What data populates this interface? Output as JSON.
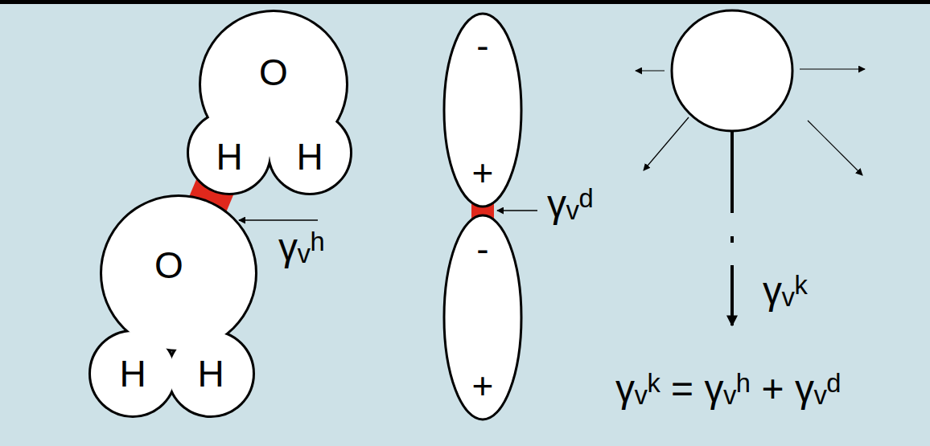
{
  "diagram": {
    "nodes": [
      {
        "text": [
          "O",
          "H",
          "H"
        ]
      },
      {
        "text": [
          "O",
          "H",
          "H"
        ]
      },
      {
        "text": [
          "-",
          "+"
        ]
      },
      {
        "text": [
          "-",
          "+"
        ]
      }
    ],
    "labels": [
      "γᵥʰ",
      "γᵥᵈ",
      "γᵥᵏ",
      "γᵥᵏ = γᵥʰ + γᵥᵈ"
    ]
  }
}
